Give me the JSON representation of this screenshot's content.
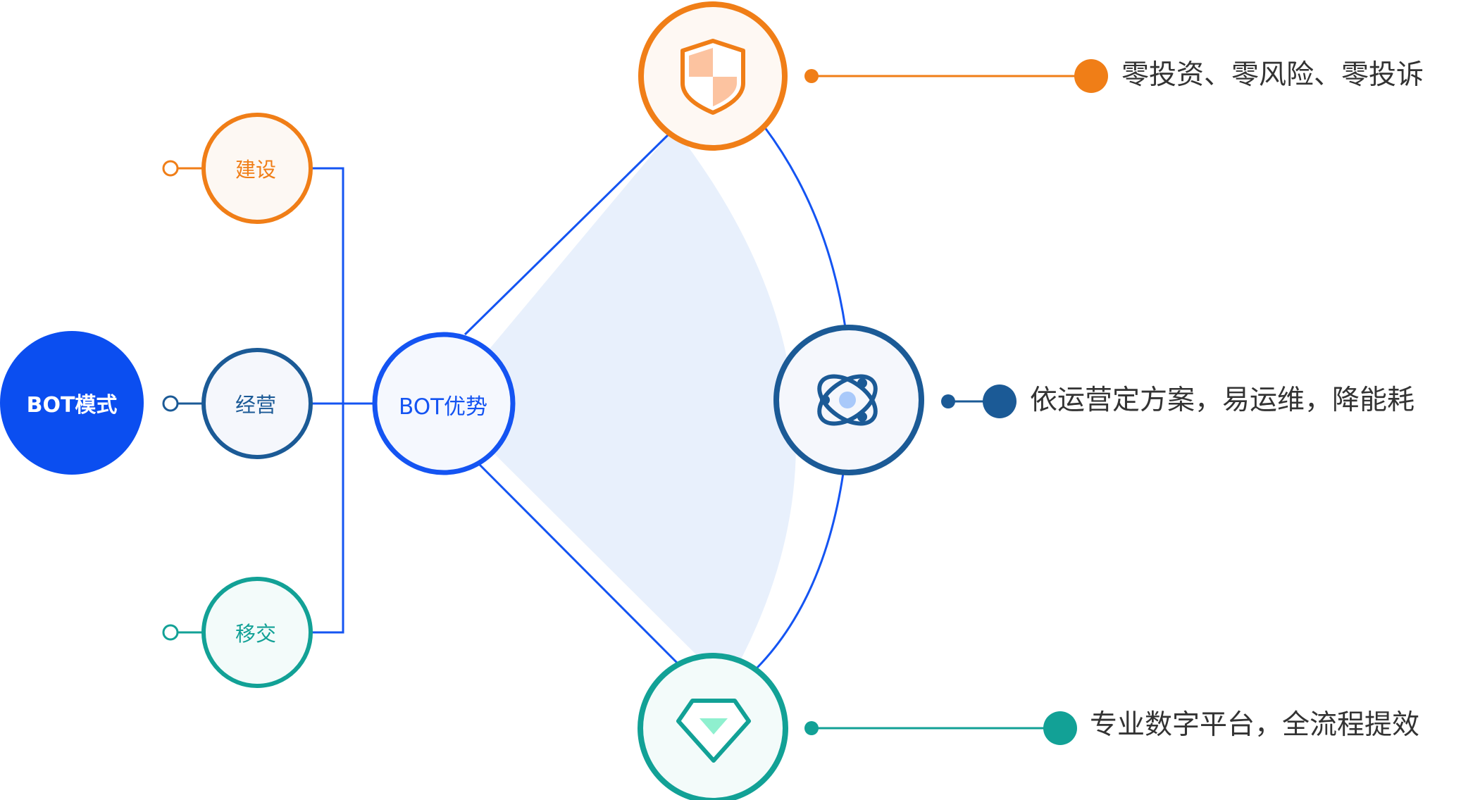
{
  "root": {
    "label": "BOT模式"
  },
  "phases": [
    {
      "label": "建设",
      "color": "#f07e17"
    },
    {
      "label": "经营",
      "color": "#1b5a96"
    },
    {
      "label": "移交",
      "color": "#12a196"
    }
  ],
  "center": {
    "label": "BOT优势",
    "color": "#1454f2"
  },
  "advantages": [
    {
      "text": "零投资、零风险、零投诉",
      "icon": "shield-icon",
      "color": "#f07e17"
    },
    {
      "text": "依运营定方案，易运维，降能耗",
      "icon": "atom-icon",
      "color": "#1b5a96"
    },
    {
      "text": "专业数字平台，全流程提效",
      "icon": "diamond-icon",
      "color": "#12a196"
    }
  ],
  "colors": {
    "link_line": "#1454f2",
    "fan_fill": "#e8f0fc",
    "root_fill": "#0b4ef0"
  }
}
